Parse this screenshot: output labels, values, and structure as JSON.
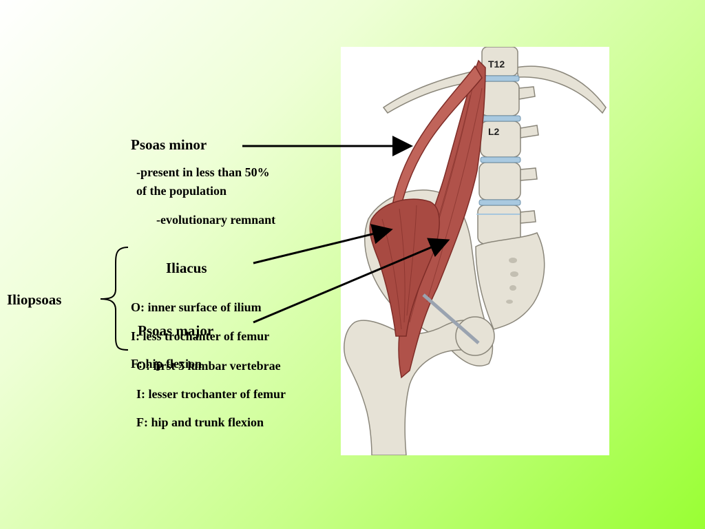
{
  "labels": {
    "psoas_minor": "Psoas minor",
    "psoas_minor_note_1": "-present in less than 50%",
    "psoas_minor_note_2": "of the population",
    "psoas_minor_note_3": "-evolutionary remnant",
    "iliacus": "Iliacus",
    "iliacus_origin": "O: inner surface of ilium",
    "iliacus_insertion": "I: less trochanter of femur",
    "iliacus_function": "F: hip flexion",
    "iliopsoas": "Iliopsoas",
    "psoas_major": "Psoas major",
    "psoas_major_origin": "O: first 5 lumbar vertebrae",
    "psoas_major_insertion": "I: lesser trochanter of femur",
    "psoas_major_function": "F: hip and trunk flexion"
  },
  "figure": {
    "vertebra_labels": [
      "T12",
      "L2"
    ]
  },
  "colors": {
    "muscle": "#b0524a",
    "muscle_dark": "#7e2c27",
    "bone": "#e6e2d6",
    "bone_shadow": "#c3bfb2",
    "background_start": "#ffffff",
    "background_end": "#99ff33"
  }
}
